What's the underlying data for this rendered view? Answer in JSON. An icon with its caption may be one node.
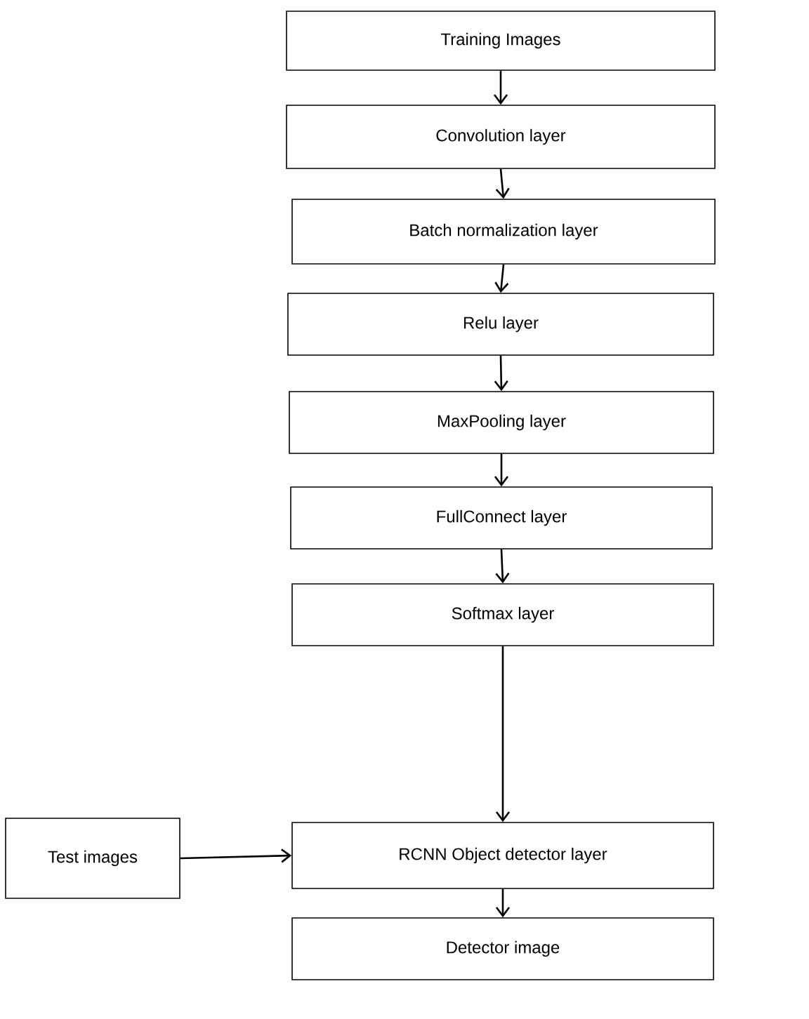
{
  "diagram": {
    "nodes": [
      {
        "text": [
          "Training Images"
        ]
      },
      {
        "text": [
          "Convolution layer"
        ]
      },
      {
        "text": [
          "Batch normalization layer"
        ]
      },
      {
        "text": [
          "Relu layer"
        ]
      },
      {
        "text": [
          "MaxPooling layer"
        ]
      },
      {
        "text": [
          "FullConnect layer"
        ]
      },
      {
        "text": [
          "Softmax layer"
        ]
      },
      {
        "text": [
          "Test images"
        ]
      },
      {
        "text": [
          "RCNN Object detector layer"
        ]
      },
      {
        "text": [
          "Detector image"
        ]
      }
    ],
    "edges": [
      {
        "from": 0,
        "to": 1,
        "arrow": "to"
      },
      {
        "from": 1,
        "to": 2,
        "arrow": "to"
      },
      {
        "from": 2,
        "to": 3,
        "arrow": "to"
      },
      {
        "from": 3,
        "to": 4,
        "arrow": "to"
      },
      {
        "from": 4,
        "to": 5,
        "arrow": "to"
      },
      {
        "from": 5,
        "to": 6,
        "arrow": "to"
      },
      {
        "from": 6,
        "to": 8,
        "arrow": "to"
      },
      {
        "from": 7,
        "to": 8,
        "arrow": "to"
      },
      {
        "from": 8,
        "to": 9,
        "arrow": "to"
      }
    ]
  }
}
